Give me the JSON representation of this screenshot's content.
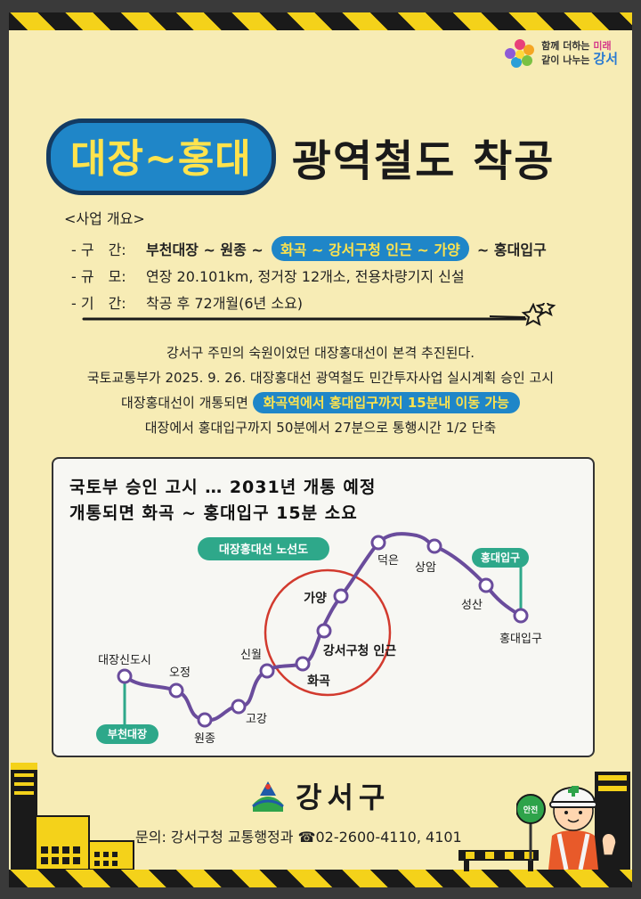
{
  "brand": {
    "line1_a": "함께 더하는 ",
    "line1_b": "미래",
    "line2_a": "같이 나누는 ",
    "line2_b": "강서"
  },
  "title": {
    "highlight": "대장~홍대",
    "main": "광역철도 착공"
  },
  "overview": {
    "heading": "<사업 개요>",
    "rows": [
      {
        "label": "- 구　간:",
        "before": "부천대장 ~ 원종 ~",
        "pill": "화곡 ~ 강서구청 인근 ~ 가양",
        "after": "~ 홍대입구"
      },
      {
        "label": "- 규　모:",
        "text": "연장 20.101km, 정거장 12개소, 전용차량기지 신설"
      },
      {
        "label": "- 기　간:",
        "text": "착공 후 72개월(6년 소요)"
      }
    ]
  },
  "description": {
    "line1": "강서구 주민의 숙원이었던 대장홍대선이 본격 추진된다.",
    "line2": "국토교통부가 2025. 9. 26. 대장홍대선 광역철도 민간투자사업 실시계획 승인 고시",
    "line3_before": "대장홍대선이 개통되면",
    "line3_pill": "화곡역에서 홍대입구까지 15분내 이동 가능",
    "line4": "대장에서 홍대입구까지 50분에서 27분으로 통행시간 1/2 단축"
  },
  "map": {
    "title1": "국토부 승인 고시 … 2031년 개통 예정",
    "title2": "개통되면 화곡 ~ 홍대입구 15분 소요",
    "legend": "대장홍대선 노선도",
    "start_tag": "부천대장",
    "end_tag": "홍대입구",
    "stations": [
      "대장신도시",
      "오정",
      "원종",
      "고강",
      "신월",
      "화곡",
      "강서구청 인근",
      "가양",
      "덕은",
      "상암",
      "성산",
      "홍대입구"
    ],
    "line_color": "#6a4c9c",
    "highlight_color": "#d23a2e"
  },
  "footer": {
    "org": "강서구",
    "contact": "문의: 강서구청 교통행정과 ☎02-2600-4110, 4101"
  },
  "character": {
    "sign": "안전"
  },
  "colors": {
    "background": "#f7ecb5",
    "accent": "#1f86c8",
    "highlight_text": "#ffe34d",
    "hazard_yellow": "#f4d21a"
  }
}
